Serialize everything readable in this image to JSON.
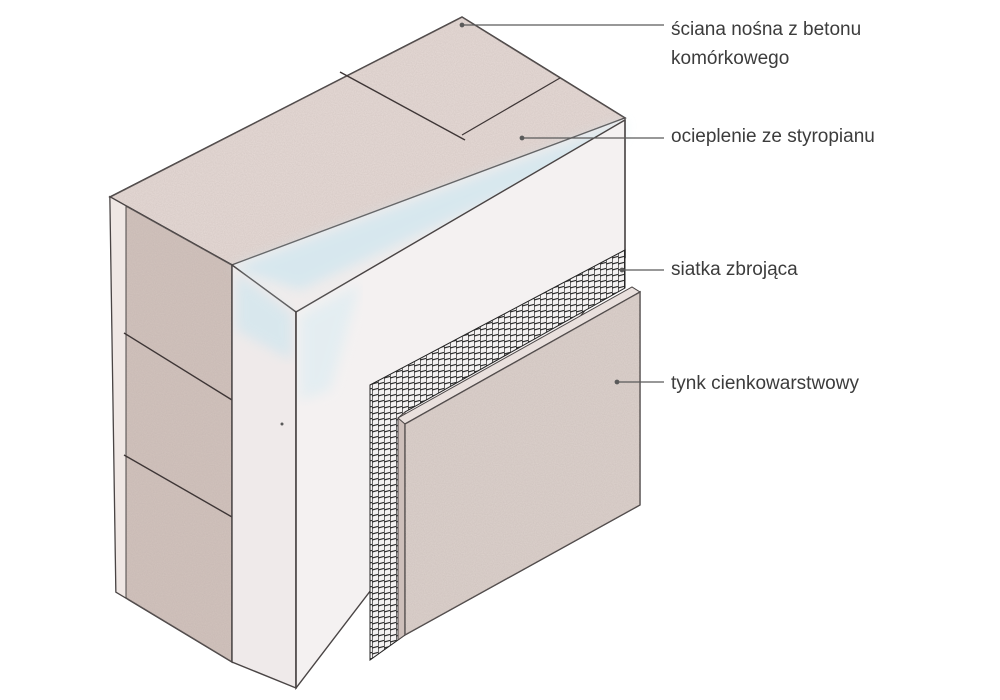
{
  "labels": {
    "load_bearing_wall": "ściana nośna z betonu komórkowego",
    "insulation": "ocieplenie ze styropianu",
    "reinforcing_mesh": "siatka zbrojąca",
    "thin_render": "tynk cienkowarstwowy"
  },
  "colors": {
    "concrete_face": "#d5c7c1",
    "concrete_top": "#e6d9d5",
    "concrete_joint": "#4a4040",
    "styrofoam": "#f2eeee",
    "styrofoam_edge_tint": "#cfe5ee",
    "mesh": "#2b2b2b",
    "render": "#dcd1cc",
    "outline": "#4a4545",
    "leader": "#5a5a5a"
  }
}
